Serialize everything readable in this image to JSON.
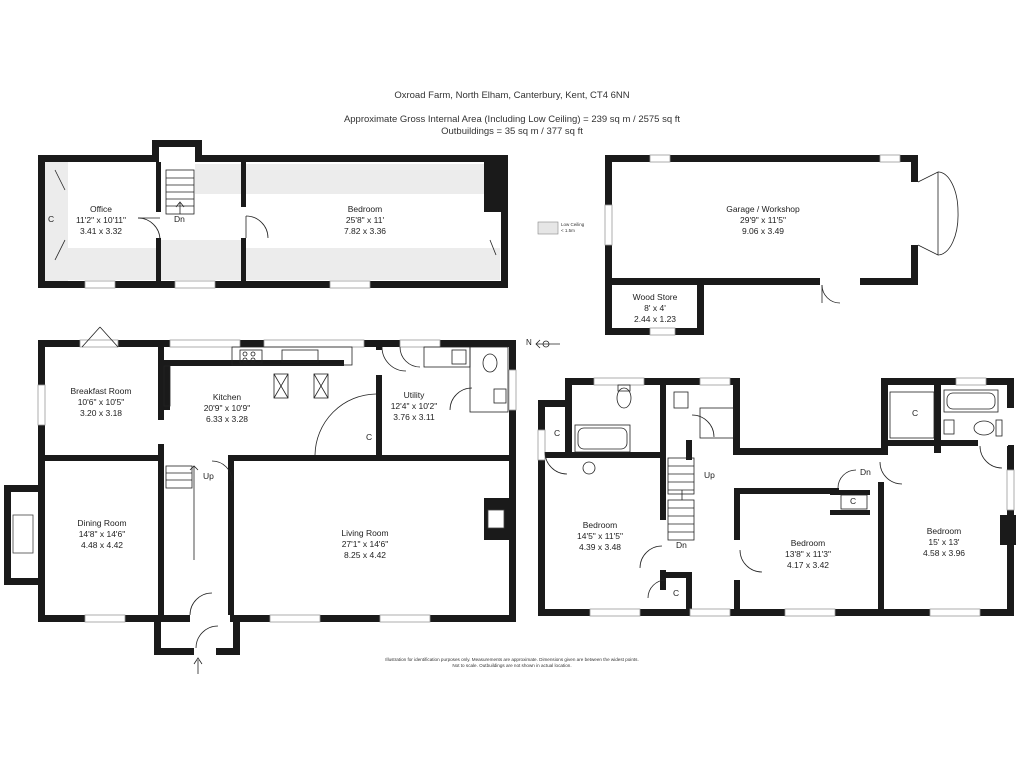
{
  "header": {
    "address": "Oxroad Farm, North Elham, Canterbury, Kent, CT4 6NN",
    "area_line1": "Approximate Gross Internal Area (Including Low Ceiling) = 239 sq m / 2575 sq ft",
    "area_line2": "Outbuildings = 35 sq m / 377 sq ft"
  },
  "legend": {
    "label_line1": "Low Ceiling",
    "label_line2": "< 1.5m"
  },
  "rooms": {
    "office": {
      "name": "Office",
      "imperial": "11'2\" x 10'11\"",
      "metric": "3.41 x 3.32"
    },
    "bedroom_top": {
      "name": "Bedroom",
      "imperial": "25'8\" x 11'",
      "metric": "7.82 x 3.36"
    },
    "garage": {
      "name": "Garage / Workshop",
      "imperial": "29'9\" x 11'5\"",
      "metric": "9.06 x 3.49"
    },
    "wood_store": {
      "name": "Wood Store",
      "imperial": "8' x 4'",
      "metric": "2.44 x 1.23"
    },
    "breakfast": {
      "name": "Breakfast Room",
      "imperial": "10'6\" x 10'5\"",
      "metric": "3.20 x 3.18"
    },
    "kitchen": {
      "name": "Kitchen",
      "imperial": "20'9\" x 10'9\"",
      "metric": "6.33 x 3.28"
    },
    "utility": {
      "name": "Utility",
      "imperial": "12'4\" x 10'2\"",
      "metric": "3.76 x 3.11"
    },
    "dining": {
      "name": "Dining Room",
      "imperial": "14'8\" x 14'6\"",
      "metric": "4.48 x 4.42"
    },
    "living": {
      "name": "Living Room",
      "imperial": "27'1\" x 14'6\"",
      "metric": "8.25 x 4.42"
    },
    "bedroom_1": {
      "name": "Bedroom",
      "imperial": "14'5\" x 11'5\"",
      "metric": "4.39 x 3.48"
    },
    "bedroom_2": {
      "name": "Bedroom",
      "imperial": "13'8\" x 11'3\"",
      "metric": "4.17 x 3.42"
    },
    "bedroom_3": {
      "name": "Bedroom",
      "imperial": "15' x 13'",
      "metric": "4.58 x 3.96"
    }
  },
  "markers": {
    "cupboard": "C",
    "down": "Dn",
    "up": "Up",
    "north": "N"
  },
  "footer": {
    "line1": "Illustration for identification purposes only. Measurements are approximate. Dimensions given are between the widest points.",
    "line2": "Not to scale. Outbuildings are not shown in actual location."
  }
}
